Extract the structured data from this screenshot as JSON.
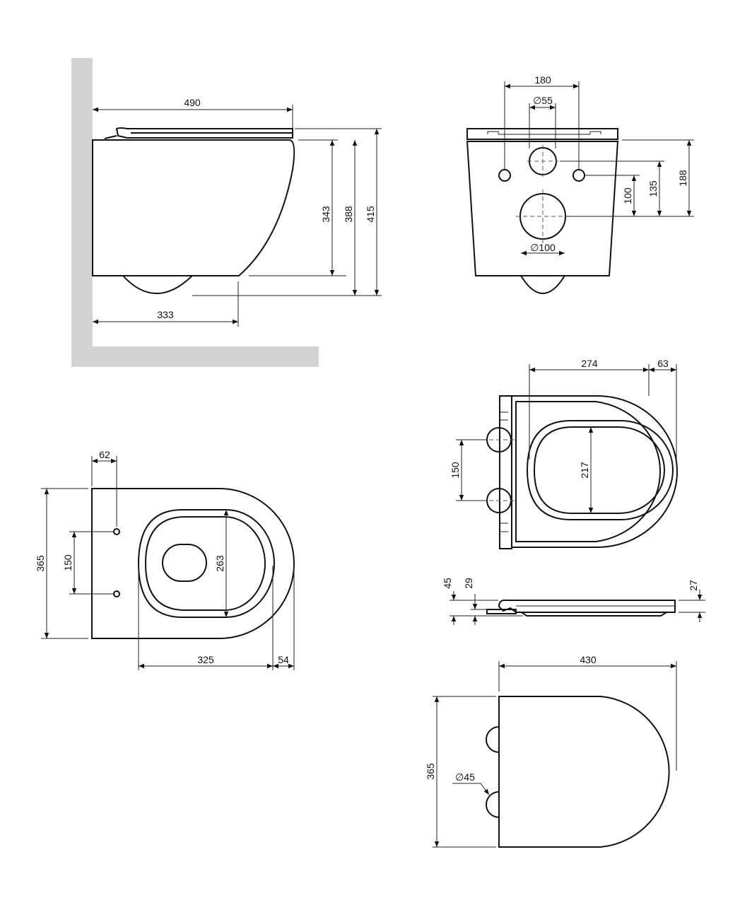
{
  "colors": {
    "line": "#111111",
    "wall": "#d3d3d3",
    "background": "#ffffff"
  },
  "side_view": {
    "overall_depth": "490",
    "bowl_height": "343",
    "height_to_rim": "388",
    "height_with_seat": "415",
    "mounting_depth": "333"
  },
  "rear_view": {
    "bolt_spacing": "180",
    "water_inlet_dia": "∅55",
    "outlet_dia": "∅100",
    "outlet_height": "100",
    "bolt_height": "135",
    "inlet_height": "188"
  },
  "top_view": {
    "rim_offset": "62",
    "total_width": "365",
    "bolt_spacing": "150",
    "inner_width": "263",
    "inner_length": "325",
    "rim_thickness": "54"
  },
  "seat_top": {
    "seat_length": "274",
    "hinge_offset": "63",
    "hinge_spacing": "150",
    "opening_width": "217"
  },
  "seat_side": {
    "total_height": "45",
    "hinge_height": "29",
    "lid_thickness": "27"
  },
  "seat_bottom": {
    "length": "430",
    "width": "365",
    "buffer_dia": "∅45"
  }
}
